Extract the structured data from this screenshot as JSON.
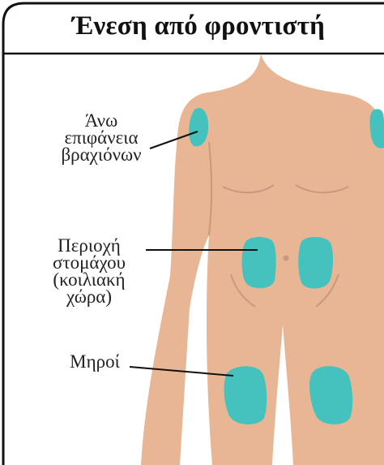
{
  "title": "Ένεση από φροντιστή",
  "labels": {
    "arms": [
      "Άνω",
      "επιφάνεια",
      "βραχιόνων"
    ],
    "belly": [
      "Περιοχή",
      "στομάχου",
      "(κοιλιακή",
      "χώρα)"
    ],
    "thighs": [
      "Μηροί"
    ]
  },
  "colors": {
    "skin": "#e8b695",
    "skin_shadow": "#c79a7f",
    "injection_site": "#45c2be",
    "border": "#111111"
  }
}
